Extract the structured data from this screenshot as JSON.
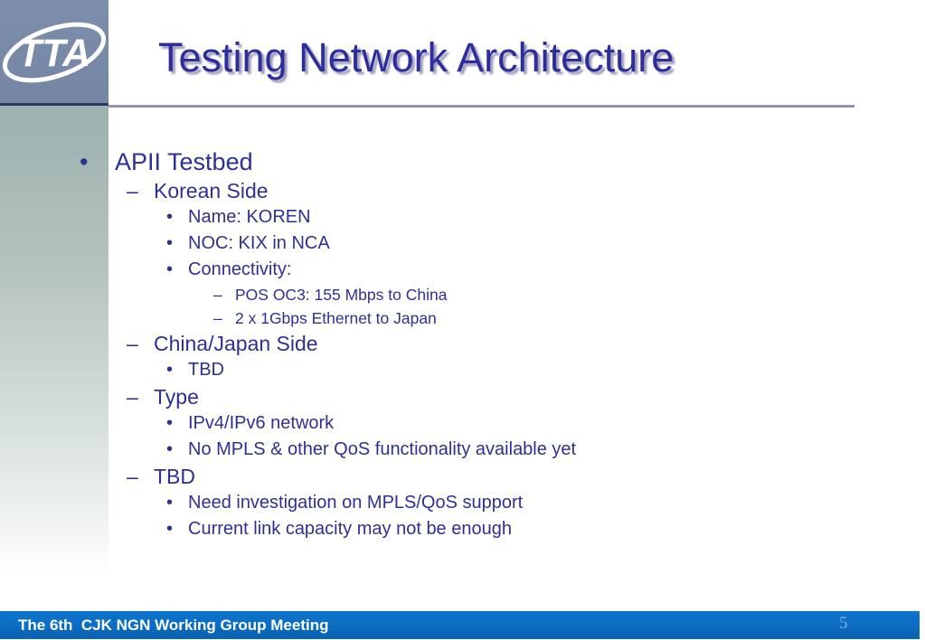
{
  "slide": {
    "logo_text": "TTA",
    "title": "Testing Network Architecture",
    "markers": {
      "bullet": "•",
      "dash": "–"
    },
    "bullets": [
      {
        "level": 1,
        "marker": "bullet",
        "text": "APII Testbed"
      },
      {
        "level": 2,
        "marker": "dash",
        "text": "Korean Side"
      },
      {
        "level": 3,
        "marker": "bullet",
        "text": "Name: KOREN"
      },
      {
        "level": 3,
        "marker": "bullet",
        "text": "NOC: KIX in NCA"
      },
      {
        "level": 3,
        "marker": "bullet",
        "text": "Connectivity:"
      },
      {
        "level": 4,
        "marker": "dash",
        "text": "POS OC3: 155 Mbps to China"
      },
      {
        "level": 4,
        "marker": "dash",
        "text": "2 x 1Gbps Ethernet to Japan"
      },
      {
        "level": 2,
        "marker": "dash",
        "text": "China/Japan Side"
      },
      {
        "level": 3,
        "marker": "bullet",
        "text": "TBD"
      },
      {
        "level": 2,
        "marker": "dash",
        "text": "Type"
      },
      {
        "level": 3,
        "marker": "bullet",
        "text": "IPv4/IPv6 network"
      },
      {
        "level": 3,
        "marker": "bullet",
        "text": "No MPLS & other QoS functionality available yet"
      },
      {
        "level": 2,
        "marker": "dash",
        "text": "TBD"
      },
      {
        "level": 3,
        "marker": "bullet",
        "text": "Need investigation on MPLS/QoS support"
      },
      {
        "level": 3,
        "marker": "bullet",
        "text": "Current link capacity may not be enough"
      }
    ],
    "footer": "The 6th  CJK NGN Working Group Meeting",
    "page_number": "5",
    "colors": {
      "title": "#2d2d9b",
      "body_text": "#2e3192",
      "logo_bg": "#7788a6",
      "band_top": "#9db1ae",
      "header_rule": "#9394af",
      "footer_bg": "#0b6cc2",
      "footer_text": "#ffffff",
      "page_number": "#8ea6d3"
    }
  }
}
